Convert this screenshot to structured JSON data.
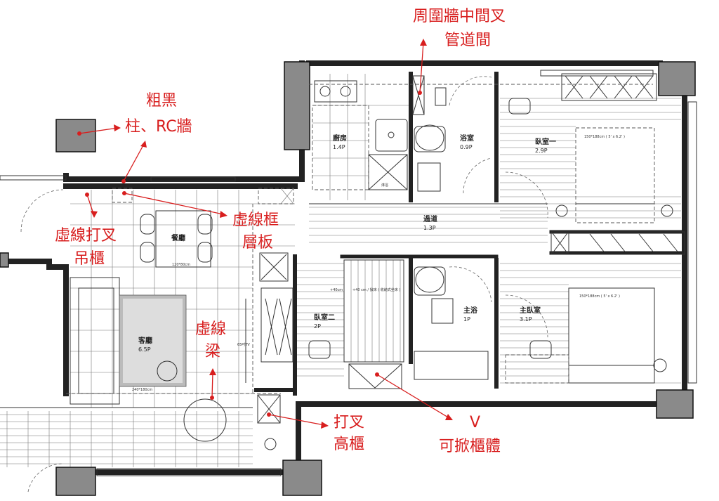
{
  "annotations": {
    "column_rc": {
      "line1": "粗黑",
      "line2": "柱、RC牆"
    },
    "pipe_shaft": {
      "line1": "周圍牆中間叉",
      "line2": "管道間"
    },
    "hanging_cabinet": {
      "line1": "虛線打叉",
      "line2": "吊櫃"
    },
    "dashed_shelf": {
      "line1": "虛線框",
      "line2": "層板"
    },
    "beam": {
      "line1": "虛線",
      "line2": "梁"
    },
    "tall_cabinet": {
      "line1": "打叉",
      "line2": "高櫃"
    },
    "liftable_cabinet": {
      "line1": "V",
      "line2": "可掀櫃體"
    }
  },
  "rooms": {
    "kitchen": {
      "name": "廚房",
      "area": "1.4P"
    },
    "bath": {
      "name": "浴室",
      "area": "0.9P"
    },
    "bedroom1": {
      "name": "臥室一",
      "area": "2.9P"
    },
    "hallway": {
      "name": "過道",
      "area": "1.3P"
    },
    "dining": {
      "name": "餐廳"
    },
    "bedroom2": {
      "name": "臥室二",
      "area": "2P"
    },
    "master_bath": {
      "name": "主浴",
      "area": "1P"
    },
    "master_bedroom": {
      "name": "主臥室",
      "area": "3.1P"
    },
    "living": {
      "name": "客廳",
      "area": "6.5P"
    }
  },
  "furniture_labels": {
    "bed1": "150*188cm ( 5' x 6.2' )",
    "bed_master": "150*188cm ( 5' x 6.2' )",
    "dining_table": "120*80cm",
    "rug": "240*180cm",
    "tv": "65吋TV",
    "shower": "淋浴",
    "desk_h": "+40cm",
    "desk_note": "+40 cm / 掀床 ( 收納式坐床 )"
  },
  "colors": {
    "annotation": "#d81e1e",
    "column": "#8a8a8a",
    "wall": "#222222"
  }
}
